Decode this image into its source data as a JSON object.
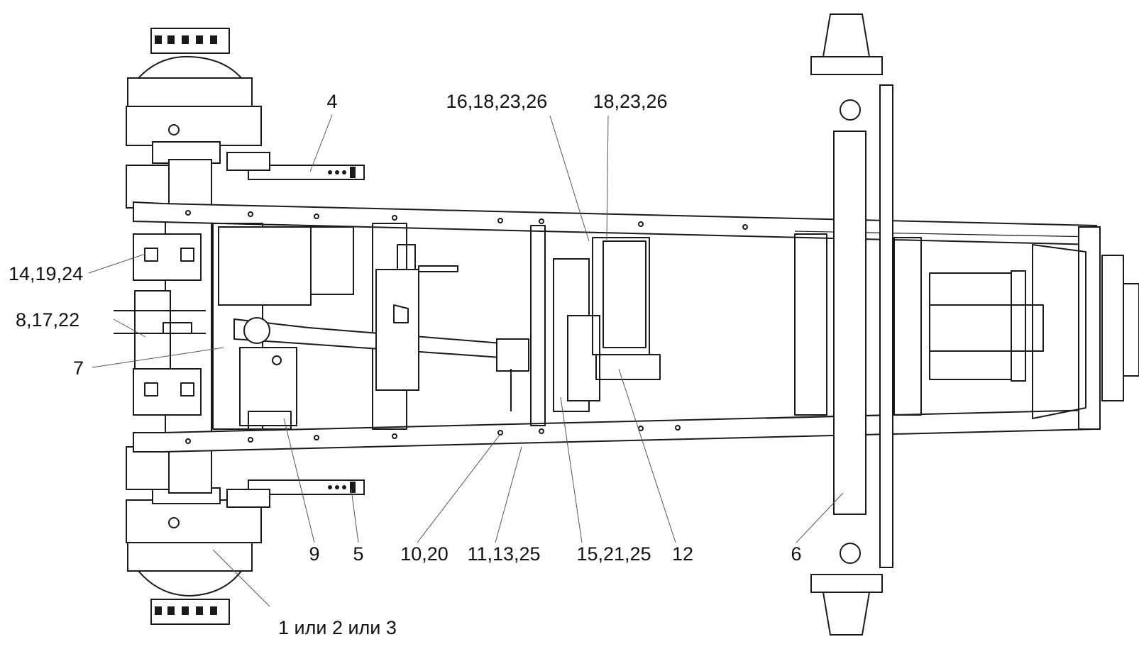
{
  "callouts": [
    {
      "id": "c4",
      "text": "4"
    },
    {
      "id": "c16",
      "text": "16,18,23,26"
    },
    {
      "id": "c18",
      "text": "18,23,26"
    },
    {
      "id": "c14",
      "text": "14,19,24"
    },
    {
      "id": "c8",
      "text": "8,17,22"
    },
    {
      "id": "c7",
      "text": "7"
    },
    {
      "id": "c9",
      "text": "9"
    },
    {
      "id": "c5",
      "text": "5"
    },
    {
      "id": "c10",
      "text": "10,20"
    },
    {
      "id": "c11",
      "text": "11,13,25"
    },
    {
      "id": "c15",
      "text": "15,21,25"
    },
    {
      "id": "c12",
      "text": "12"
    },
    {
      "id": "c6",
      "text": "6"
    },
    {
      "id": "c1",
      "text": "1 или 2 или 3"
    }
  ]
}
